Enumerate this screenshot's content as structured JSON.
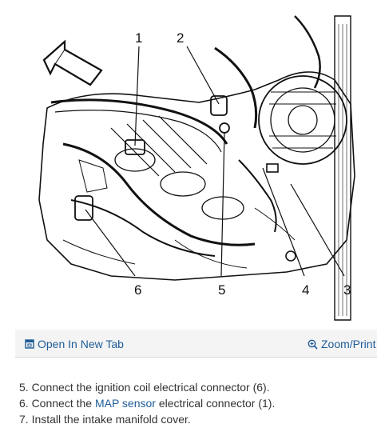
{
  "figure": {
    "callouts": [
      "1",
      "2",
      "3",
      "4",
      "5",
      "6"
    ]
  },
  "toolbar": {
    "open_label": "Open In New Tab",
    "zoom_label": "Zoom/Print",
    "open_icon": "external-window-icon",
    "zoom_icon": "magnifier-plus-icon",
    "link_color": "#1f5c99"
  },
  "steps": [
    {
      "before": "5. Connect the ignition coil electrical connector (6).",
      "link": "",
      "after": ""
    },
    {
      "before": "6. Connect the ",
      "link": "MAP sensor",
      "after": " electrical connector (1)."
    },
    {
      "before": "7. Install the intake manifold cover.",
      "link": "",
      "after": ""
    }
  ]
}
